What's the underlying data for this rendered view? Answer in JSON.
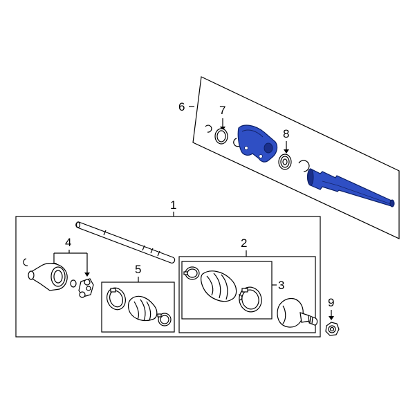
{
  "diagram": {
    "callouts": {
      "c1": "1",
      "c2": "2",
      "c3": "3",
      "c4": "4",
      "c5": "5",
      "c6": "6",
      "c7": "7",
      "c8": "8",
      "c9": "9"
    },
    "colors": {
      "highlight": "#2f4fc4",
      "highlight_dark": "#1b2f8a",
      "line": "#000000",
      "background": "#ffffff"
    }
  }
}
